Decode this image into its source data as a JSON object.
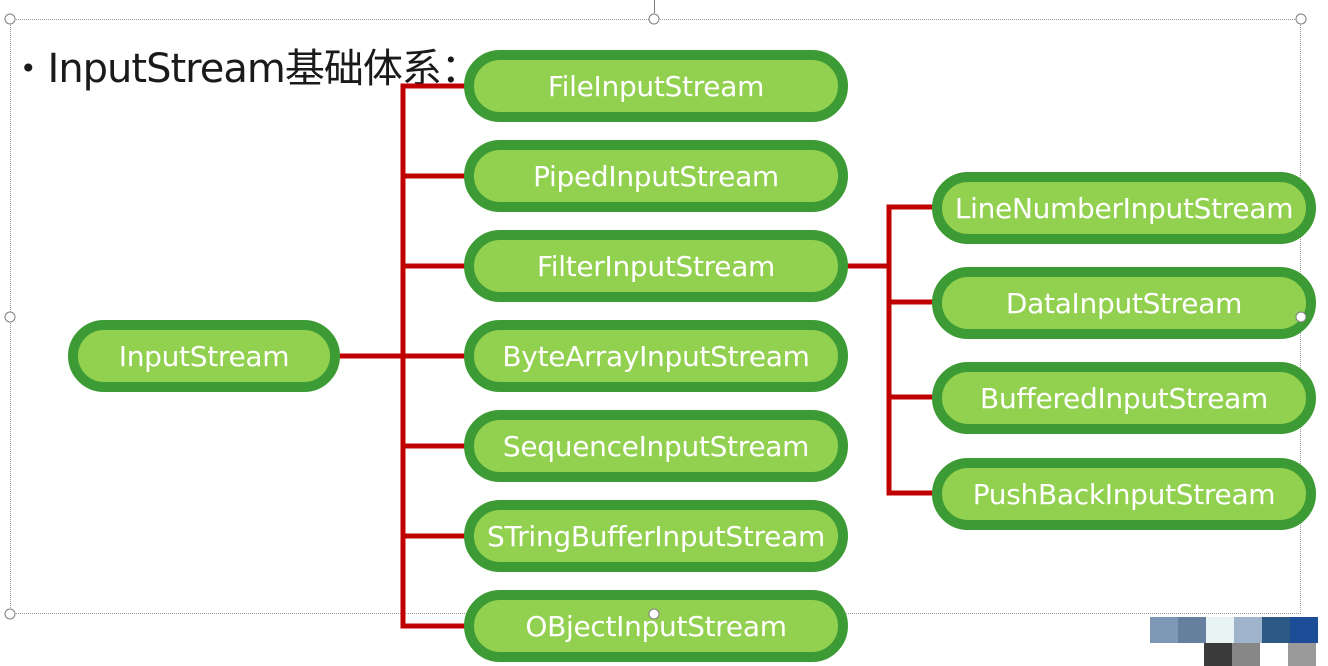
{
  "slide": {
    "title": "InputStream基础体系：",
    "bullet": "•"
  },
  "diagram": {
    "root": "InputStream",
    "children": [
      "FileInputStream",
      "PipedInputStream",
      "FilterInputStream",
      "ByteArrayInputStream",
      "SequenceInputStream",
      "STringBufferInputStream",
      "OBjectInputStream"
    ],
    "filter_children": [
      "LineNumberInputStream",
      "DataInputStream",
      "BufferedInputStream",
      "PushBackInputStream"
    ]
  },
  "colors": {
    "node_fill": "#92d050",
    "node_border": "#3d9b35",
    "node_text": "#ffffff",
    "connector": "#c00000"
  }
}
